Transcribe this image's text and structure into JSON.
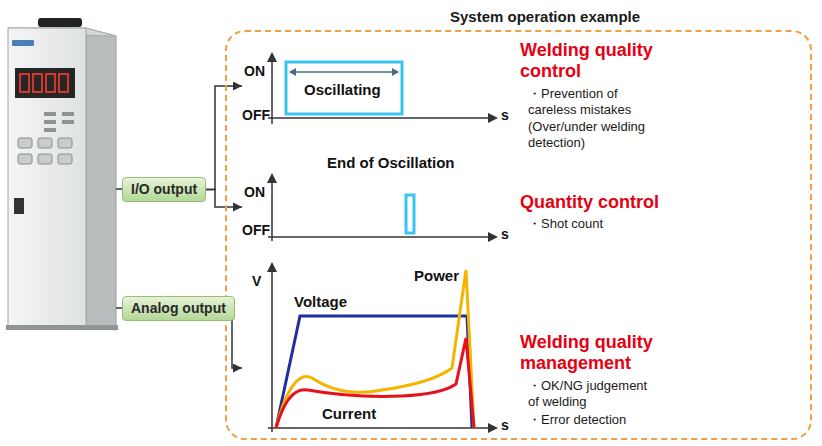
{
  "diagram": {
    "nodes": [
      {
        "text": [
          "System operation example"
        ]
      },
      {
        "text": [
          "I/O output"
        ]
      },
      {
        "text": [
          "Analog output"
        ]
      },
      {
        "text": [
          "ON",
          "OFF",
          "Oscillating",
          "s"
        ],
        "in": 0
      },
      {
        "text": [
          "End of Oscillation",
          "ON",
          "OFF",
          "s"
        ],
        "in": 0
      },
      {
        "text": [
          "V",
          "Voltage",
          "Power",
          "Current",
          "s"
        ],
        "in": 0
      }
    ],
    "edges": [
      {
        "from": 1,
        "to": 3,
        "arrow": "to"
      },
      {
        "from": 1,
        "to": 4,
        "arrow": "to"
      },
      {
        "from": 2,
        "to": 5,
        "arrow": "to"
      }
    ],
    "labels": [
      "Welding quality control",
      "・Prevention of careless mistakes (Over/under welding detection)",
      "Quantity control",
      "・Shot count",
      "Welding quality management",
      "・OK/NG judgement of welding",
      "・Error detection"
    ]
  }
}
